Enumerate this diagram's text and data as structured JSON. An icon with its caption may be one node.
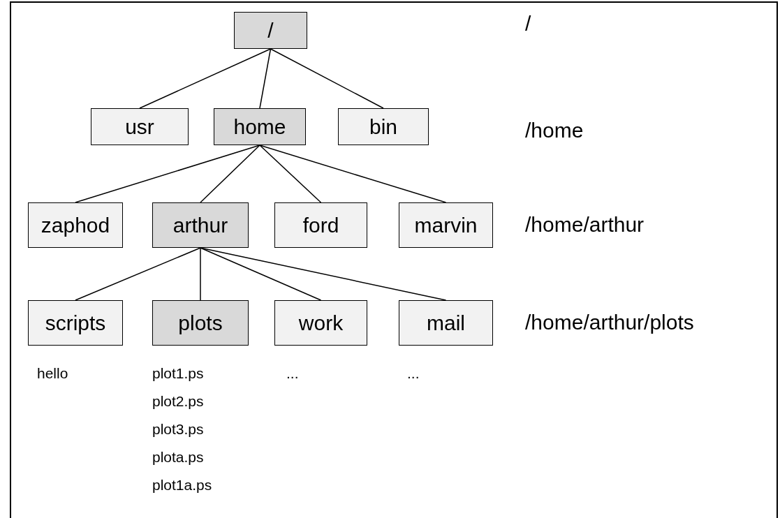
{
  "diagram": {
    "nodes": [
      {
        "text": [
          "/"
        ]
      },
      {
        "text": [
          "usr"
        ]
      },
      {
        "text": [
          "home"
        ]
      },
      {
        "text": [
          "bin"
        ]
      },
      {
        "text": [
          "zaphod"
        ]
      },
      {
        "text": [
          "arthur"
        ]
      },
      {
        "text": [
          "ford"
        ]
      },
      {
        "text": [
          "marvin"
        ]
      },
      {
        "text": [
          "scripts"
        ],
        "beside": [
          "hello"
        ]
      },
      {
        "text": [
          "plots"
        ],
        "beside": [
          "plot1.ps",
          "plot2.ps",
          "plot3.ps",
          "plota.ps",
          "plot1a.ps"
        ]
      },
      {
        "text": [
          "work"
        ],
        "beside": [
          "..."
        ]
      },
      {
        "text": [
          "mail"
        ],
        "beside": [
          "..."
        ]
      }
    ],
    "edges": [
      {
        "from": 0,
        "to": 1,
        "arrow": "none"
      },
      {
        "from": 0,
        "to": 2,
        "arrow": "none"
      },
      {
        "from": 0,
        "to": 3,
        "arrow": "none"
      },
      {
        "from": 2,
        "to": 4,
        "arrow": "none"
      },
      {
        "from": 2,
        "to": 5,
        "arrow": "none"
      },
      {
        "from": 2,
        "to": 6,
        "arrow": "none"
      },
      {
        "from": 2,
        "to": 7,
        "arrow": "none"
      },
      {
        "from": 5,
        "to": 8,
        "arrow": "none"
      },
      {
        "from": 5,
        "to": 9,
        "arrow": "none"
      },
      {
        "from": 5,
        "to": 10,
        "arrow": "none"
      },
      {
        "from": 5,
        "to": 11,
        "arrow": "none"
      }
    ],
    "labels": [
      "/",
      "/home",
      "/home/arthur",
      "/home/arthur/plots"
    ]
  }
}
